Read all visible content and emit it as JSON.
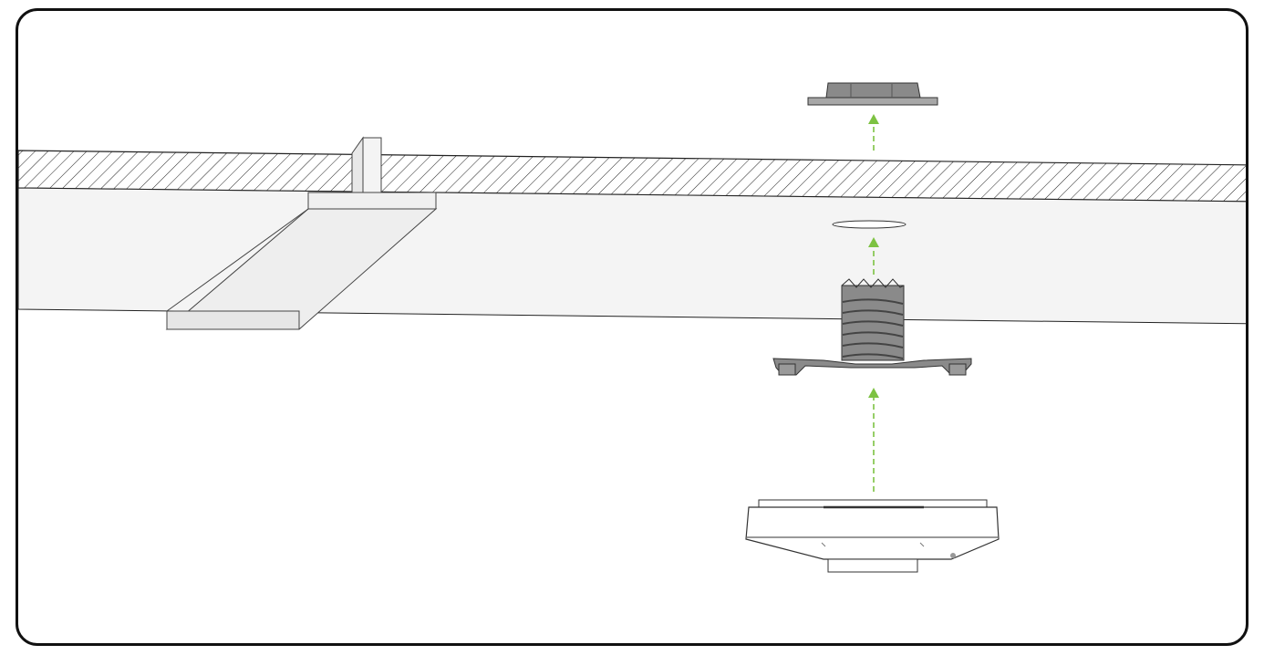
{
  "diagram": {
    "type": "installation-illustration",
    "description_label": "",
    "colors": {
      "frame": "#111111",
      "ceiling_face": "#f4f4f4",
      "ceiling_hatch": "#222222",
      "component_fill": "#8a8a8a",
      "component_light": "#bdbdbd",
      "arrow": "#7dc242",
      "device_body": "#ffffff"
    },
    "components": [
      {
        "id": "locking-nut",
        "icon": "nut-icon"
      },
      {
        "id": "ceiling-hole",
        "icon": "hole-icon"
      },
      {
        "id": "threaded-bracket",
        "icon": "bracket-icon"
      },
      {
        "id": "ceiling-device",
        "icon": "device-icon"
      },
      {
        "id": "ceiling-joist",
        "icon": "joist-icon"
      }
    ],
    "arrows": [
      {
        "id": "arrow-device-to-bracket",
        "direction": "up"
      },
      {
        "id": "arrow-bracket-to-hole",
        "direction": "up"
      },
      {
        "id": "arrow-hole-to-nut",
        "direction": "up"
      }
    ]
  }
}
